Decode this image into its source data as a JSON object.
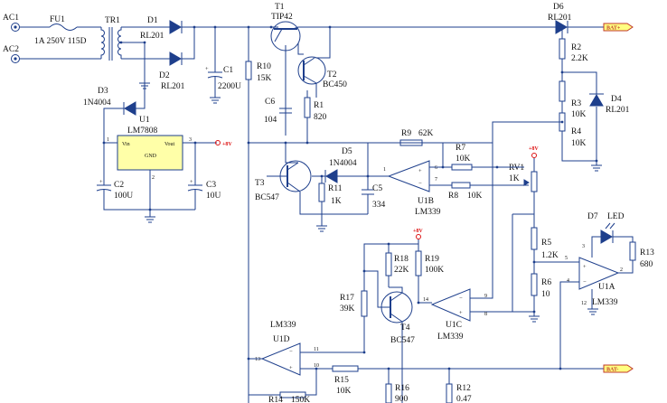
{
  "connectors": {
    "ac1": "AC1",
    "ac2": "AC2",
    "bat_plus": "BAT+",
    "bat_minus": "BAT-",
    "vcc": "+8V"
  },
  "components": {
    "fu1": {
      "ref": "FU1",
      "value": "1A 250V 115D"
    },
    "tr1": {
      "ref": "TR1"
    },
    "d1": {
      "ref": "D1",
      "value": "RL201"
    },
    "d2": {
      "ref": "D2",
      "value": "RL201"
    },
    "d3": {
      "ref": "D3",
      "value": "1N4004"
    },
    "d4": {
      "ref": "D4",
      "value": "RL201"
    },
    "d5": {
      "ref": "D5",
      "value": "1N4004"
    },
    "d6": {
      "ref": "D6",
      "value": "RL201"
    },
    "d7": {
      "ref": "D7",
      "value": "LED"
    },
    "c1": {
      "ref": "C1",
      "value": "2200U"
    },
    "c2": {
      "ref": "C2",
      "value": "100U"
    },
    "c3": {
      "ref": "C3",
      "value": "10U"
    },
    "c5": {
      "ref": "C5",
      "value": "334"
    },
    "c6": {
      "ref": "C6",
      "value": "104"
    },
    "u1": {
      "ref": "U1",
      "value": "LM7808",
      "vin": "Vin",
      "vout": "Vout",
      "gnd": "GND",
      "pin1": "1",
      "pin2": "2",
      "pin3": "3"
    },
    "t1": {
      "ref": "T1",
      "value": "TIP42"
    },
    "t2": {
      "ref": "T2",
      "value": "BC450"
    },
    "t3": {
      "ref": "T3",
      "value": "BC547"
    },
    "t4": {
      "ref": "T4",
      "value": "BC547"
    },
    "r1": {
      "ref": "R1",
      "value": "820"
    },
    "r2": {
      "ref": "R2",
      "value": "2.2K"
    },
    "r3": {
      "ref": "R3",
      "value": "10K"
    },
    "r4": {
      "ref": "R4",
      "value": "10K"
    },
    "r5": {
      "ref": "R5",
      "value": "1.2K"
    },
    "r6": {
      "ref": "R6",
      "value": "10"
    },
    "r7": {
      "ref": "R7",
      "value": "10K"
    },
    "r8": {
      "ref": "R8",
      "value": "10K"
    },
    "r9": {
      "ref": "R9",
      "value": "62K"
    },
    "r10": {
      "ref": "R10",
      "value": "15K"
    },
    "r11": {
      "ref": "R11",
      "value": "1K"
    },
    "r12": {
      "ref": "R12",
      "value": "0.47"
    },
    "r13": {
      "ref": "R13",
      "value": "680"
    },
    "r14": {
      "ref": "R14",
      "value": "150K"
    },
    "r15": {
      "ref": "R15",
      "value": "10K"
    },
    "r16": {
      "ref": "R16",
      "value": "900"
    },
    "r17": {
      "ref": "R17",
      "value": "39K"
    },
    "r18": {
      "ref": "R18",
      "value": "22K"
    },
    "r19": {
      "ref": "R19",
      "value": "100K"
    },
    "rv1": {
      "ref": "RV1",
      "value": "1K"
    },
    "u1a": {
      "ref": "U1A",
      "value": "LM339",
      "pin_a": "3",
      "pin_b": "5",
      "pin_c": "4",
      "pin_out": "2",
      "pin_gnd": "12"
    },
    "u1b": {
      "ref": "U1B",
      "value": "LM339",
      "pin_a": "6",
      "pin_b": "7",
      "pin_out": "1"
    },
    "u1c": {
      "ref": "U1C",
      "value": "LM339",
      "pin_a": "9",
      "pin_b": "8",
      "pin_out": "14"
    },
    "u1d": {
      "ref": "U1D",
      "value": "LM339",
      "pin_a": "11",
      "pin_b": "10",
      "pin_out": "13"
    }
  },
  "colors": {
    "wire": "#1e3f8c",
    "regulator_fill": "#ffffa8",
    "supply_mark": "#d11111"
  }
}
